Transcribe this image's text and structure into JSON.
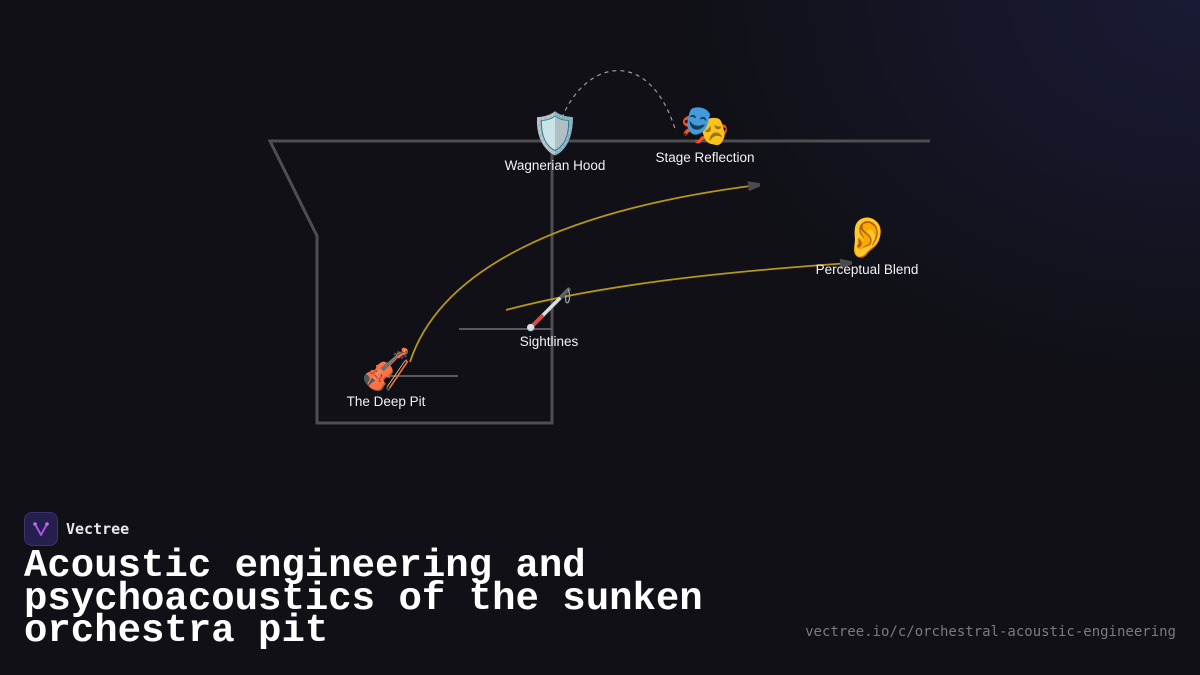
{
  "brand": {
    "name": "Vectree",
    "logo_icon": "vectree-v-logo-icon"
  },
  "title": "Acoustic engineering and psychoacoustics of the sunken orchestra pit",
  "url": "vectree.io/c/orchestral-acoustic-engineering",
  "colors": {
    "background": "#101016",
    "structure_line": "#555555",
    "sound_path": "#b5961a",
    "arrowhead": "#4a4a50",
    "label_text": "#f2f2f2",
    "url_text": "#7a7a80",
    "logo_bg": "#241f4d",
    "logo_glyph": "#b04fe0"
  },
  "nodes": [
    {
      "id": "wagnerian-hood",
      "label": "Wagnerian Hood",
      "icon": "shield-icon",
      "glyph": "🛡️"
    },
    {
      "id": "stage-reflection",
      "label": "Stage Reflection",
      "icon": "performing-arts-masks-icon",
      "glyph": "🎭"
    },
    {
      "id": "perceptual-blend",
      "label": "Perceptual Blend",
      "icon": "ear-icon",
      "glyph": "👂"
    },
    {
      "id": "sightlines",
      "label": "Sightlines",
      "icon": "white-cane-icon",
      "glyph": "🦯"
    },
    {
      "id": "the-deep-pit",
      "label": "The Deep Pit",
      "icon": "violin-icon",
      "glyph": "🎻"
    }
  ],
  "edges": [
    {
      "from": "the-deep-pit",
      "to": "stage-reflection",
      "style": "solid"
    },
    {
      "from": "sightlines",
      "to": "perceptual-blend",
      "style": "solid"
    },
    {
      "from": "wagnerian-hood",
      "to": "stage-reflection",
      "style": "dashed"
    }
  ]
}
